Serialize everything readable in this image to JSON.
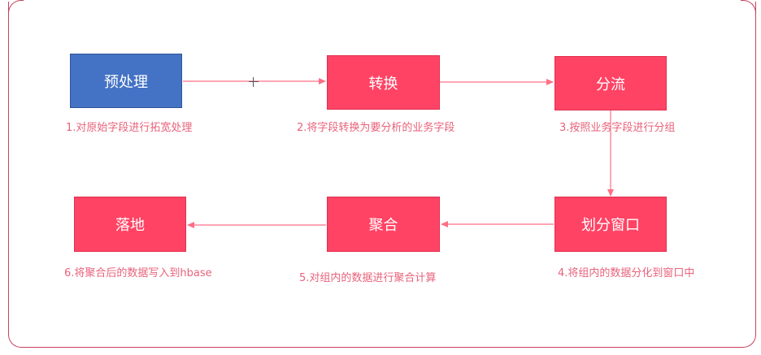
{
  "nodes": [
    {
      "id": "preprocess",
      "label": "预处理",
      "caption": "1.对原始字段进行拓宽处理"
    },
    {
      "id": "transform",
      "label": "转换",
      "caption": "2.将字段转换为要分析的业务字段"
    },
    {
      "id": "split",
      "label": "分流",
      "caption": "3.按照业务字段进行分组"
    },
    {
      "id": "window",
      "label": "划分窗口",
      "caption": "4.将组内的数据分化到窗口中"
    },
    {
      "id": "aggregate",
      "label": "聚合",
      "caption": "5.对组内的数据进行聚合计算"
    },
    {
      "id": "sink",
      "label": "落地",
      "caption": "6.将聚合后的数据写入到hbase"
    }
  ],
  "colors": {
    "blue_box": "#4472c4",
    "red_box": "#ff4364",
    "caption_text": "#e8627a",
    "arrow": "#ff6f86",
    "frame": "#c8405e"
  },
  "icons": {
    "cursor": "move-cursor-icon"
  }
}
